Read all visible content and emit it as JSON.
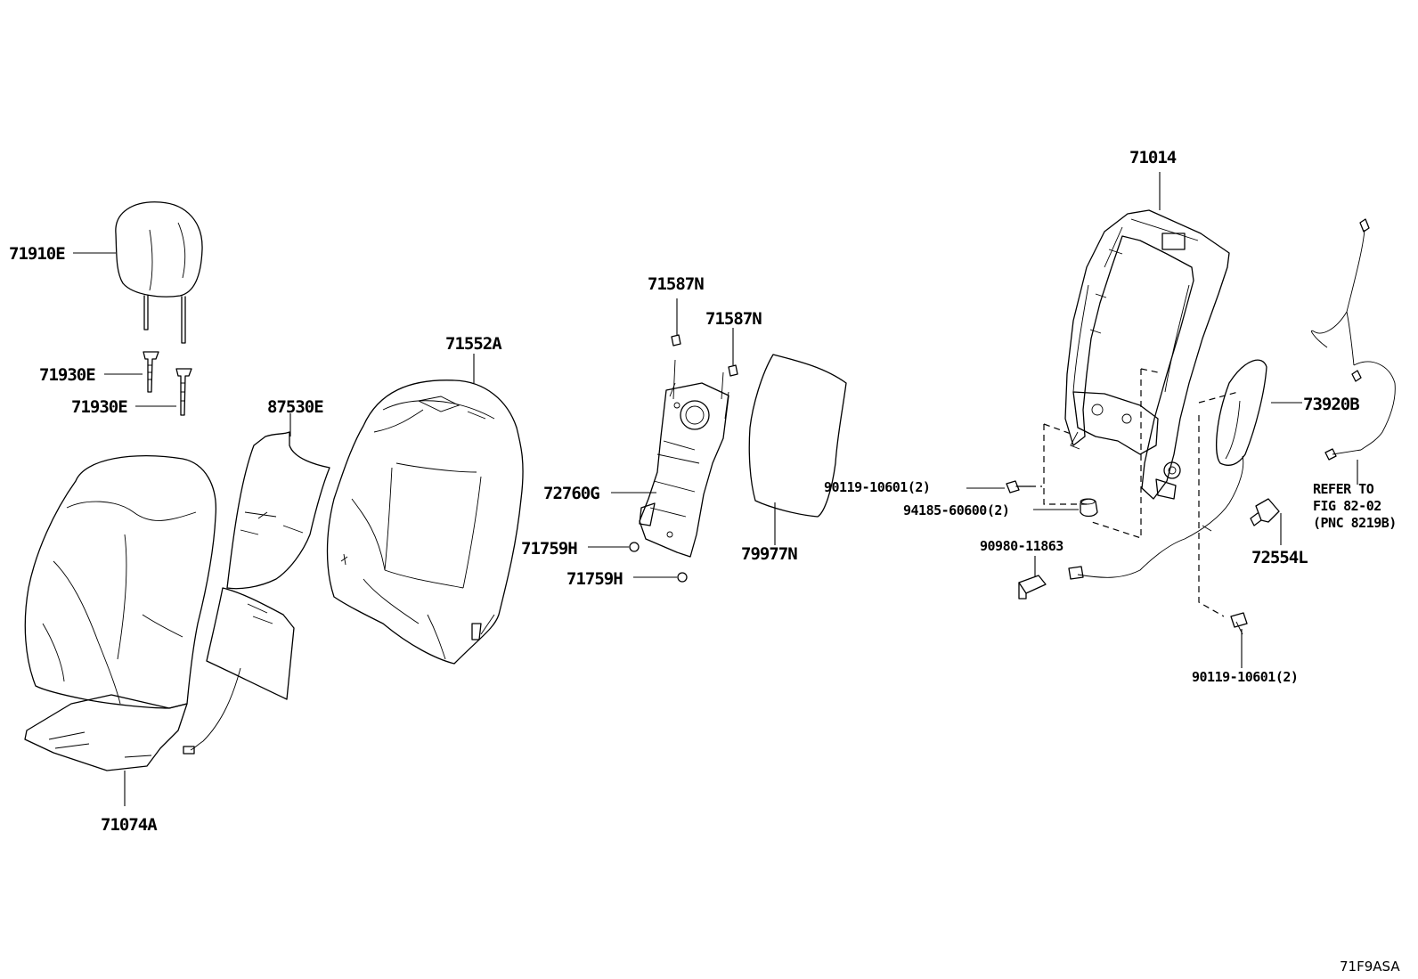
{
  "callouts": {
    "p71910E": "71910E",
    "p71930E_a": "71930E",
    "p71930E_b": "71930E",
    "p87530E": "87530E",
    "p71552A": "71552A",
    "p71074A": "71074A",
    "p71587N_a": "71587N",
    "p71587N_b": "71587N",
    "p72760G": "72760G",
    "p71759H_a": "71759H",
    "p71759H_b": "71759H",
    "p79977N": "79977N",
    "p71014": "71014",
    "p90119_a": "90119-10601(2)",
    "p94185": "94185-60600(2)",
    "p90980": "90980-11863",
    "p90119_b": "90119-10601(2)",
    "p73920B": "73920B",
    "p72554L": "72554L"
  },
  "reference_note": {
    "line1": "REFER TO",
    "line2": "FIG 82-02",
    "line3": "(PNC 8219B)"
  },
  "figure_code": "71F9ASA"
}
